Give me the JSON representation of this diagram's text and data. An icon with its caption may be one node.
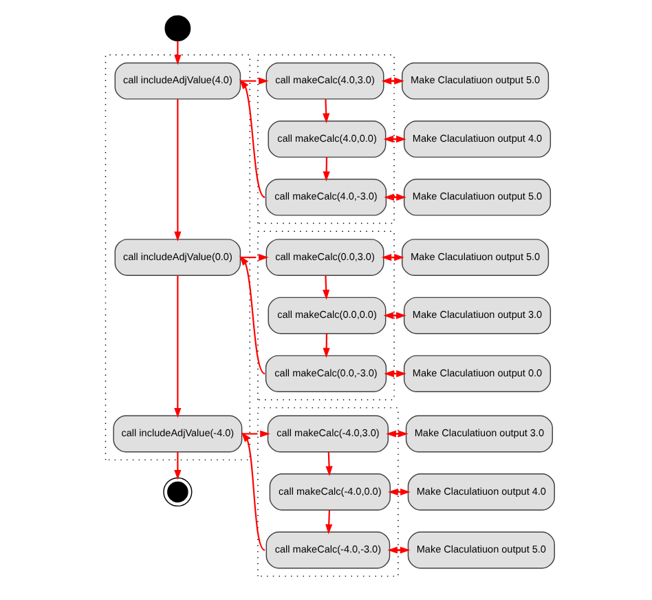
{
  "diagram": {
    "nodes": [
      {
        "text": [],
        "shape": "circle"
      },
      {
        "text": [],
        "shape": "box"
      },
      {
        "text": [
          "call includeAdjValue(4.0)"
        ],
        "in": 1
      },
      {
        "text": [
          "call includeAdjValue(0.0)"
        ],
        "in": 1
      },
      {
        "text": [
          "call includeAdjValue(-4.0)"
        ],
        "in": 1
      },
      {
        "text": [],
        "shape": "bullseye"
      },
      {
        "text": [],
        "shape": "box"
      },
      {
        "text": [
          "call makeCalc(4.0,3.0)"
        ],
        "in": 6
      },
      {
        "text": [
          "call makeCalc(4.0,0.0)"
        ],
        "in": 6
      },
      {
        "text": [
          "call makeCalc(4.0,-3.0)"
        ],
        "in": 6
      },
      {
        "text": [
          "Make Claculatiuon output 5.0"
        ]
      },
      {
        "text": [
          "Make Claculatiuon output 4.0"
        ]
      },
      {
        "text": [
          "Make Claculatiuon output 5.0"
        ]
      },
      {
        "text": [],
        "shape": "box"
      },
      {
        "text": [
          "call makeCalc(0.0,3.0)"
        ],
        "in": 13
      },
      {
        "text": [
          "call makeCalc(0.0,0.0)"
        ],
        "in": 13
      },
      {
        "text": [
          "call makeCalc(0.0,-3.0)"
        ],
        "in": 13
      },
      {
        "text": [
          "Make Claculatiuon output 5.0"
        ]
      },
      {
        "text": [
          "Make Claculatiuon output 3.0"
        ]
      },
      {
        "text": [
          "Make Claculatiuon output 0.0"
        ]
      },
      {
        "text": [],
        "shape": "box"
      },
      {
        "text": [
          "call makeCalc(-4.0,3.0)"
        ],
        "in": 20
      },
      {
        "text": [
          "call makeCalc(-4.0,0.0)"
        ],
        "in": 20
      },
      {
        "text": [
          "call makeCalc(-4.0,-3.0)"
        ],
        "in": 20
      },
      {
        "text": [
          "Make Claculatiuon output 3.0"
        ]
      },
      {
        "text": [
          "Make Claculatiuon output 4.0"
        ]
      },
      {
        "text": [
          "Make Claculatiuon output 5.0"
        ]
      }
    ],
    "edges": [
      {
        "from": 0,
        "to": 2,
        "arrow": "to"
      },
      {
        "from": 2,
        "to": 3,
        "arrow": "to"
      },
      {
        "from": 3,
        "to": 4,
        "arrow": "to"
      },
      {
        "from": 4,
        "to": 5,
        "arrow": "to"
      },
      {
        "from": 2,
        "to": 7,
        "arrow": "to"
      },
      {
        "from": 7,
        "to": 8,
        "arrow": "to"
      },
      {
        "from": 8,
        "to": 9,
        "arrow": "to"
      },
      {
        "from": 9,
        "to": 2,
        "arrow": "to"
      },
      {
        "from": 7,
        "to": 10,
        "arrow": "to"
      },
      {
        "from": 10,
        "to": 7,
        "arrow": "to"
      },
      {
        "from": 8,
        "to": 11,
        "arrow": "to"
      },
      {
        "from": 11,
        "to": 8,
        "arrow": "to"
      },
      {
        "from": 9,
        "to": 12,
        "arrow": "to"
      },
      {
        "from": 12,
        "to": 9,
        "arrow": "to"
      },
      {
        "from": 3,
        "to": 14,
        "arrow": "to"
      },
      {
        "from": 14,
        "to": 15,
        "arrow": "to"
      },
      {
        "from": 15,
        "to": 16,
        "arrow": "to"
      },
      {
        "from": 16,
        "to": 3,
        "arrow": "to"
      },
      {
        "from": 14,
        "to": 17,
        "arrow": "to"
      },
      {
        "from": 17,
        "to": 14,
        "arrow": "to"
      },
      {
        "from": 15,
        "to": 18,
        "arrow": "to"
      },
      {
        "from": 18,
        "to": 15,
        "arrow": "to"
      },
      {
        "from": 16,
        "to": 19,
        "arrow": "to"
      },
      {
        "from": 19,
        "to": 16,
        "arrow": "to"
      },
      {
        "from": 4,
        "to": 21,
        "arrow": "to"
      },
      {
        "from": 21,
        "to": 22,
        "arrow": "to"
      },
      {
        "from": 22,
        "to": 23,
        "arrow": "to"
      },
      {
        "from": 23,
        "to": 4,
        "arrow": "to"
      },
      {
        "from": 21,
        "to": 24,
        "arrow": "to"
      },
      {
        "from": 24,
        "to": 21,
        "arrow": "to"
      },
      {
        "from": 22,
        "to": 25,
        "arrow": "to"
      },
      {
        "from": 25,
        "to": 22,
        "arrow": "to"
      },
      {
        "from": 23,
        "to": 26,
        "arrow": "to"
      },
      {
        "from": 26,
        "to": 23,
        "arrow": "to"
      }
    ]
  }
}
